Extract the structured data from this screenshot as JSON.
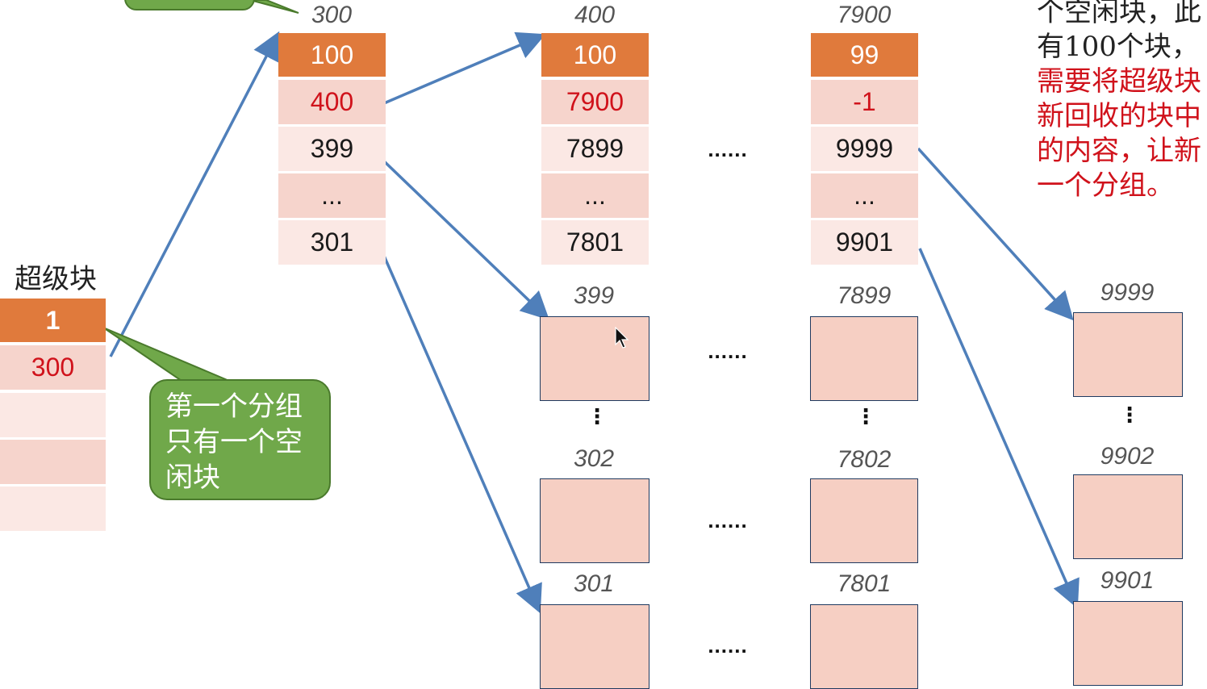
{
  "superblock": {
    "title": "超级块",
    "cells": [
      "1",
      "300",
      "",
      "",
      ""
    ]
  },
  "callout_first_group": [
    "第一个分组",
    "只有一个空",
    "闲块"
  ],
  "groups": [
    {
      "label": "300",
      "cells": [
        "100",
        "400",
        "399",
        "...",
        "301"
      ]
    },
    {
      "label": "400",
      "cells": [
        "100",
        "7900",
        "7899",
        "...",
        "7801"
      ]
    },
    {
      "label": "7900",
      "cells": [
        "99",
        "-1",
        "9999",
        "...",
        "9901"
      ]
    }
  ],
  "between_ellipsis": "......",
  "block_columns": [
    {
      "labels": [
        "399",
        "302",
        "301"
      ]
    },
    {
      "labels": [
        "7899",
        "7802",
        "7801"
      ]
    },
    {
      "labels": [
        "9999",
        "9902",
        "9901"
      ]
    }
  ],
  "vertical_ellipsis": "⋮",
  "note": {
    "black_lines": [
      "个空闲块，此",
      "有100个块，"
    ],
    "red_lines": [
      "需要将超级块",
      "新回收的块中",
      "的内容，让新",
      "一个分组。"
    ]
  },
  "colors": {
    "header_cell": "#e07a3c",
    "free_block": "#f6cfc3",
    "arrow": "#4f7fba",
    "callout": "#70a84a",
    "note_red": "#d0121b"
  }
}
